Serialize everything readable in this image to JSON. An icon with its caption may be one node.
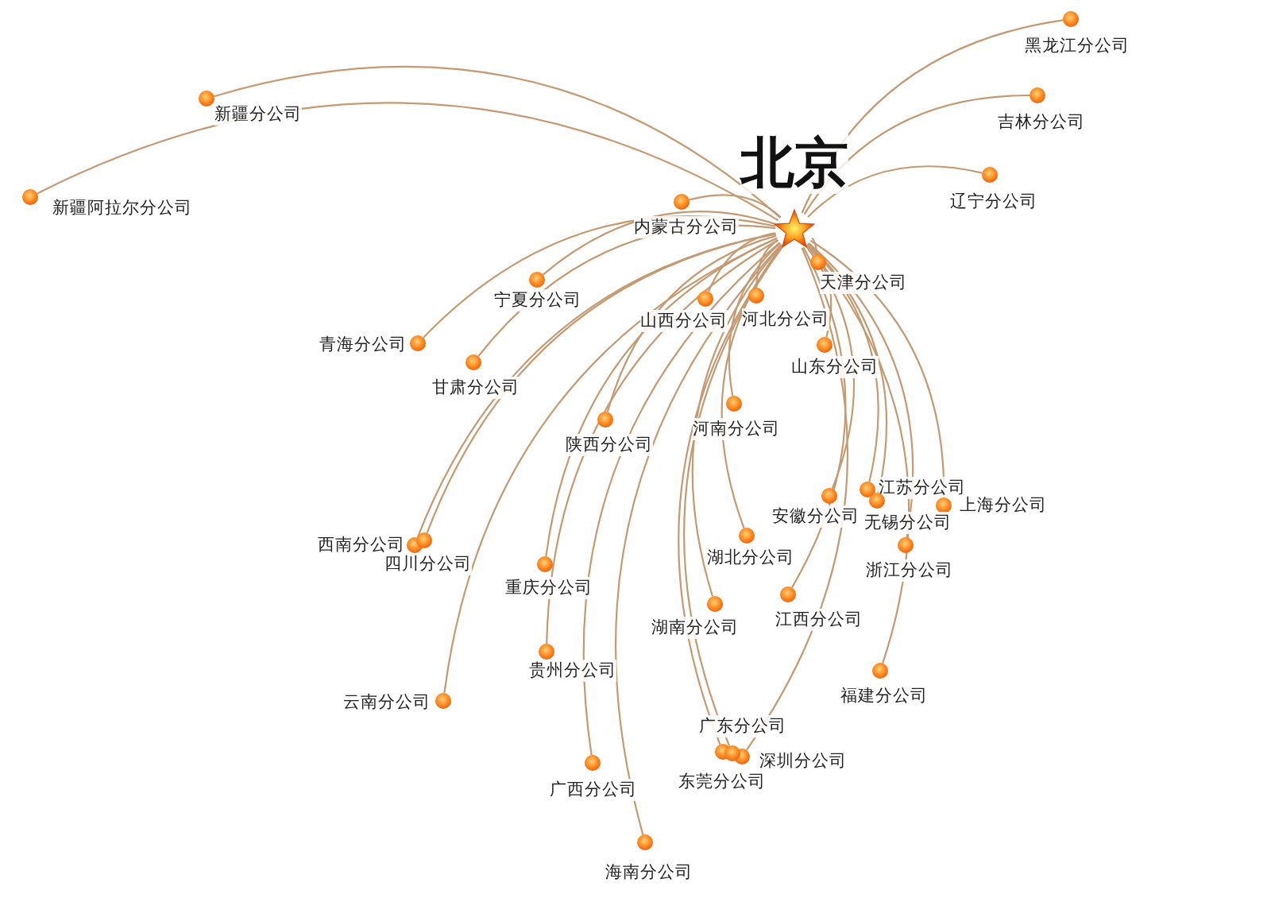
{
  "diagram": {
    "nodes": [
      {
        "text": [],
        "shape": "star",
        "beside": [
          "北京"
        ]
      },
      {
        "text": [],
        "shape": "circle",
        "beside": [
          "黑龙江分公司"
        ]
      },
      {
        "text": [],
        "shape": "circle",
        "beside": [
          "新疆分公司"
        ]
      },
      {
        "text": [],
        "shape": "circle",
        "beside": [
          "吉林分公司"
        ]
      },
      {
        "text": [],
        "shape": "circle",
        "beside": [
          "新疆阿拉尔分公司"
        ]
      },
      {
        "text": [],
        "shape": "circle",
        "beside": [
          "辽宁分公司"
        ]
      },
      {
        "text": [],
        "shape": "circle",
        "beside": [
          "内蒙古分公司"
        ]
      },
      {
        "text": [],
        "shape": "circle",
        "beside": [
          "天津分公司"
        ]
      },
      {
        "text": [],
        "shape": "circle",
        "beside": [
          "宁夏分公司"
        ]
      },
      {
        "text": [],
        "shape": "circle",
        "beside": [
          "山西分公司"
        ]
      },
      {
        "text": [],
        "shape": "circle",
        "beside": [
          "河北分公司"
        ]
      },
      {
        "text": [],
        "shape": "circle",
        "beside": [
          "青海分公司"
        ]
      },
      {
        "text": [],
        "shape": "circle",
        "beside": [
          "山东分公司"
        ]
      },
      {
        "text": [],
        "shape": "circle",
        "beside": [
          "甘肃分公司"
        ]
      },
      {
        "text": [],
        "shape": "circle",
        "beside": [
          "河南分公司"
        ]
      },
      {
        "text": [],
        "shape": "circle",
        "beside": [
          "陕西分公司"
        ]
      },
      {
        "text": [],
        "shape": "circle",
        "beside": [
          "江苏分公司"
        ]
      },
      {
        "text": [],
        "shape": "circle",
        "beside": [
          "上海分公司"
        ]
      },
      {
        "text": [],
        "shape": "circle",
        "beside": [
          "安徽分公司"
        ]
      },
      {
        "text": [],
        "shape": "circle",
        "beside": [
          "无锡分公司"
        ]
      },
      {
        "text": [],
        "shape": "circle",
        "beside": [
          "西南分公司"
        ]
      },
      {
        "text": [],
        "shape": "circle",
        "beside": [
          "四川分公司"
        ]
      },
      {
        "text": [],
        "shape": "circle",
        "beside": [
          "湖北分公司"
        ]
      },
      {
        "text": [],
        "shape": "circle",
        "beside": [
          "浙江分公司"
        ]
      },
      {
        "text": [],
        "shape": "circle",
        "beside": [
          "重庆分公司"
        ]
      },
      {
        "text": [],
        "shape": "circle",
        "beside": [
          "江西分公司"
        ]
      },
      {
        "text": [],
        "shape": "circle",
        "beside": [
          "湖南分公司"
        ]
      },
      {
        "text": [],
        "shape": "circle",
        "beside": [
          "贵州分公司"
        ]
      },
      {
        "text": [],
        "shape": "circle",
        "beside": [
          "福建分公司"
        ]
      },
      {
        "text": [],
        "shape": "circle",
        "beside": [
          "云南分公司"
        ]
      },
      {
        "text": [],
        "shape": "circle",
        "beside": [
          "广东分公司"
        ]
      },
      {
        "text": [],
        "shape": "circle",
        "beside": [
          "深圳分公司"
        ]
      },
      {
        "text": [],
        "shape": "circle",
        "beside": [
          "东莞分公司"
        ]
      },
      {
        "text": [],
        "shape": "circle",
        "beside": [
          "广西分公司"
        ]
      },
      {
        "text": [],
        "shape": "circle",
        "beside": [
          "海南分公司"
        ]
      }
    ],
    "edges": [
      {
        "from": 0,
        "to": 1,
        "arrow": "none"
      },
      {
        "from": 0,
        "to": 2,
        "arrow": "none"
      },
      {
        "from": 0,
        "to": 3,
        "arrow": "none"
      },
      {
        "from": 0,
        "to": 4,
        "arrow": "none"
      },
      {
        "from": 0,
        "to": 5,
        "arrow": "none"
      },
      {
        "from": 0,
        "to": 6,
        "arrow": "none"
      },
      {
        "from": 0,
        "to": 7,
        "arrow": "none"
      },
      {
        "from": 0,
        "to": 8,
        "arrow": "none"
      },
      {
        "from": 0,
        "to": 9,
        "arrow": "none"
      },
      {
        "from": 0,
        "to": 10,
        "arrow": "none"
      },
      {
        "from": 0,
        "to": 11,
        "arrow": "none"
      },
      {
        "from": 0,
        "to": 12,
        "arrow": "none"
      },
      {
        "from": 0,
        "to": 13,
        "arrow": "none"
      },
      {
        "from": 0,
        "to": 14,
        "arrow": "none"
      },
      {
        "from": 0,
        "to": 15,
        "arrow": "none"
      },
      {
        "from": 0,
        "to": 16,
        "arrow": "none"
      },
      {
        "from": 0,
        "to": 17,
        "arrow": "none"
      },
      {
        "from": 0,
        "to": 18,
        "arrow": "none"
      },
      {
        "from": 0,
        "to": 19,
        "arrow": "none"
      },
      {
        "from": 0,
        "to": 20,
        "arrow": "none"
      },
      {
        "from": 0,
        "to": 21,
        "arrow": "none"
      },
      {
        "from": 0,
        "to": 22,
        "arrow": "none"
      },
      {
        "from": 0,
        "to": 23,
        "arrow": "none"
      },
      {
        "from": 0,
        "to": 24,
        "arrow": "none"
      },
      {
        "from": 0,
        "to": 25,
        "arrow": "none"
      },
      {
        "from": 0,
        "to": 26,
        "arrow": "none"
      },
      {
        "from": 0,
        "to": 27,
        "arrow": "none"
      },
      {
        "from": 0,
        "to": 28,
        "arrow": "none"
      },
      {
        "from": 0,
        "to": 29,
        "arrow": "none"
      },
      {
        "from": 0,
        "to": 30,
        "arrow": "none"
      },
      {
        "from": 0,
        "to": 31,
        "arrow": "none"
      },
      {
        "from": 0,
        "to": 32,
        "arrow": "none"
      },
      {
        "from": 0,
        "to": 33,
        "arrow": "none"
      },
      {
        "from": 0,
        "to": 34,
        "arrow": "none"
      }
    ]
  }
}
